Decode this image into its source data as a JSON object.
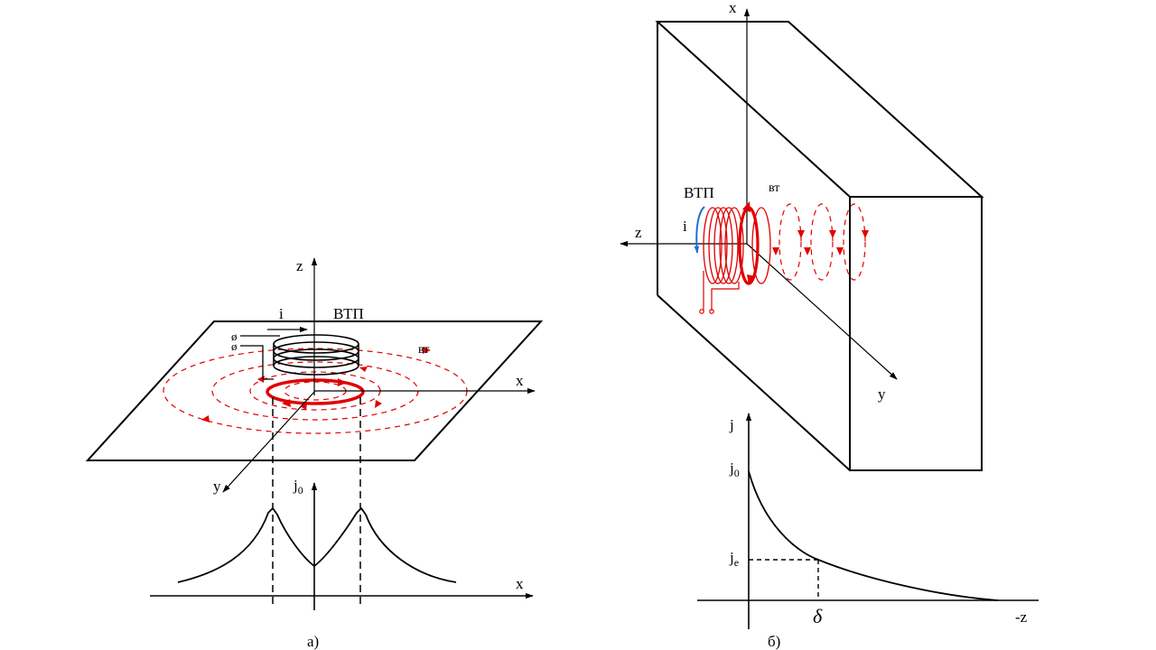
{
  "diagram_a": {
    "axis_z": "z",
    "axis_x_plane": "x",
    "axis_y": "y",
    "current_label": "i",
    "probe_label": "ВТП",
    "eddy_label": "вт",
    "terminal_glyph": "ø",
    "graph_y_base": "j",
    "graph_y_sub": "0",
    "graph_x_label": "x",
    "caption": "а)"
  },
  "diagram_b": {
    "axis_x": "x",
    "axis_z": "z",
    "axis_y": "y",
    "current_label": "i",
    "probe_label": "ВТП",
    "eddy_label": "вт",
    "graph_y_label": "j",
    "graph_j0_base": "j",
    "graph_j0_sub": "0",
    "graph_je_base": "j",
    "graph_je_sub": "e",
    "graph_depth_label": "δ",
    "graph_x_label": "-z",
    "caption": "б)"
  },
  "colors": {
    "ink": "#000000",
    "eddy": "#e00000",
    "current_arrow": "#1a6fd6"
  }
}
